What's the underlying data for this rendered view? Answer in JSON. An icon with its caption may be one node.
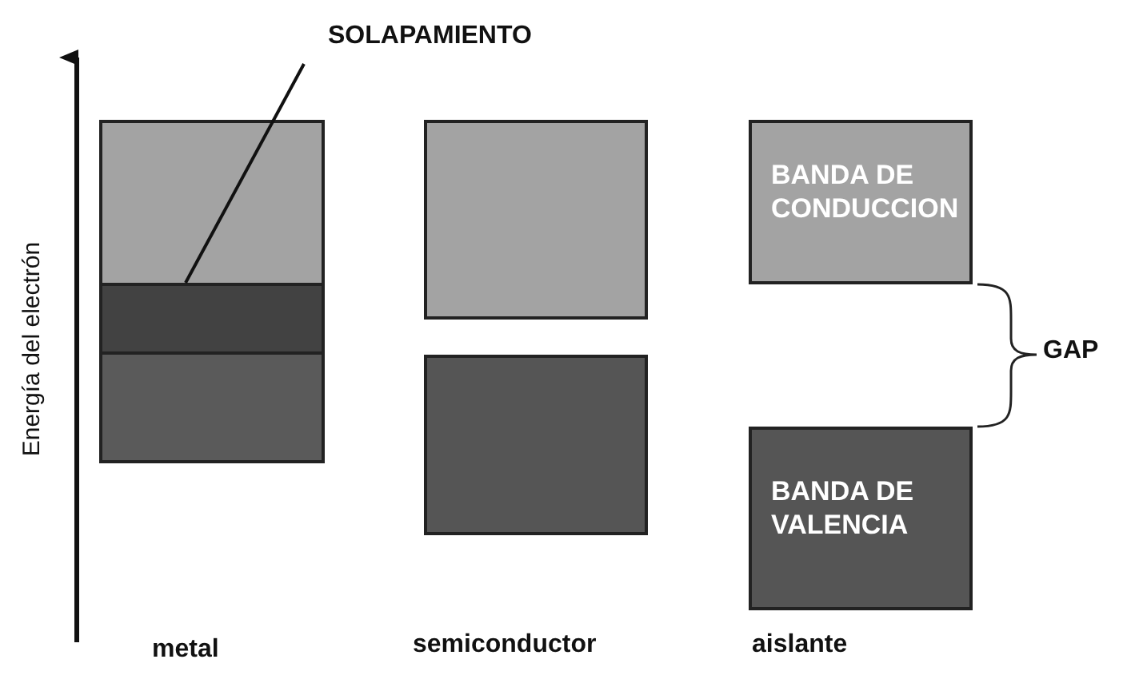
{
  "diagram": {
    "nodes": [
      {
        "text": [
          "SOLAPAMIENTO"
        ]
      },
      {
        "text": [],
        "shape": "box"
      },
      {
        "text": [],
        "shape": "box"
      },
      {
        "text": [],
        "shape": "box"
      },
      {
        "text": [],
        "shape": "box"
      },
      {
        "text": [],
        "shape": "box"
      },
      {
        "text": [
          "BANDA DE CONDUCCION"
        ]
      },
      {
        "text": [
          "BANDA DE VALENCIA"
        ]
      }
    ],
    "edges": [
      {
        "from": 0,
        "to": 2,
        "arrow": "none"
      }
    ],
    "labels": [
      "Energía del electrón",
      "GAP",
      "metal",
      "semiconductor",
      "aislante"
    ]
  }
}
